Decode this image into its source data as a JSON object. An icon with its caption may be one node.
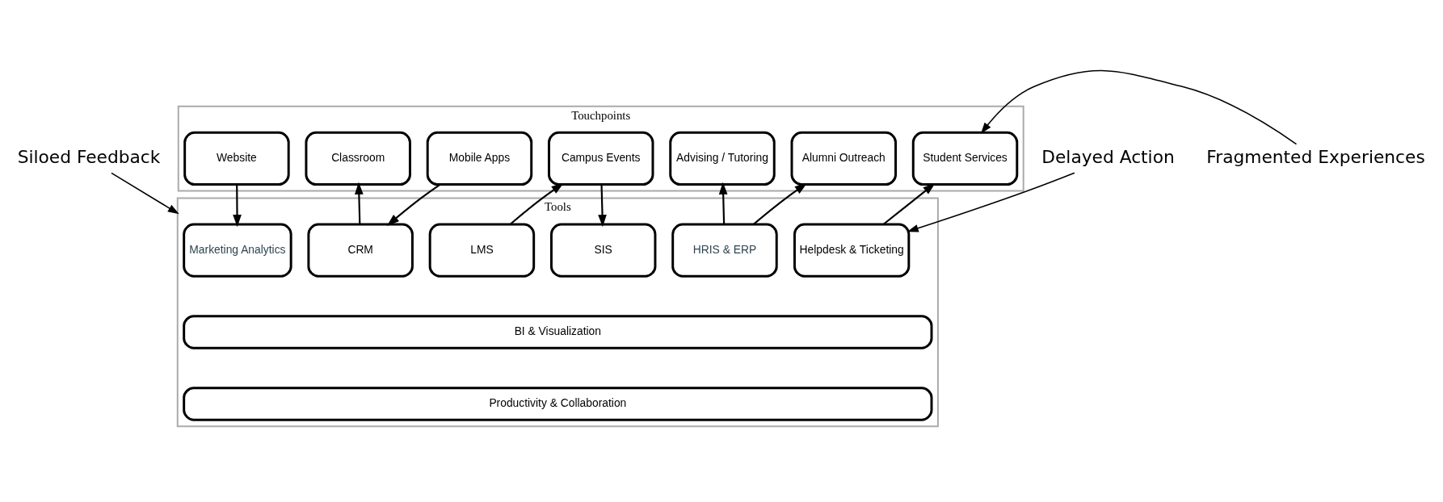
{
  "diagram": {
    "nodes": [
      {
        "text": [
          "Siloed Feedback"
        ]
      },
      {
        "text": [
          "Fragmented Experiences"
        ]
      },
      {
        "text": [
          "Touchpoints"
        ]
      },
      {
        "text": [
          "Website"
        ],
        "in": 2
      },
      {
        "text": [
          "Classroom"
        ],
        "in": 2
      },
      {
        "text": [
          "Mobile Apps"
        ],
        "in": 2
      },
      {
        "text": [
          "Campus Events"
        ],
        "in": 2
      },
      {
        "text": [
          "Advising / Tutoring"
        ],
        "in": 2
      },
      {
        "text": [
          "Alumni Outreach"
        ],
        "in": 2
      },
      {
        "text": [
          "Student Services"
        ],
        "in": 2
      },
      {
        "text": [
          "Tools"
        ]
      },
      {
        "text": [
          "Marketing Analytics"
        ],
        "in": 10
      },
      {
        "text": [
          "CRM"
        ],
        "in": 10
      },
      {
        "text": [
          "LMS"
        ],
        "in": 10
      },
      {
        "text": [
          "SIS"
        ],
        "in": 10
      },
      {
        "text": [
          "HRIS & ERP"
        ],
        "in": 10
      },
      {
        "text": [
          "Helpdesk & Ticketing"
        ],
        "in": 10
      },
      {
        "text": [
          "BI & Visualization"
        ],
        "in": 10
      },
      {
        "text": [
          "Productivity & Collaboration"
        ],
        "in": 10
      },
      {
        "text": [
          "Delayed Action"
        ]
      }
    ],
    "edges": [
      {
        "from": 3,
        "to": 11,
        "arrow": "to"
      },
      {
        "from": 12,
        "to": 4,
        "arrow": "to"
      },
      {
        "from": 5,
        "to": 12,
        "arrow": "to"
      },
      {
        "from": 13,
        "to": 6,
        "arrow": "to"
      },
      {
        "from": 6,
        "to": 14,
        "arrow": "to"
      },
      {
        "from": 15,
        "to": 7,
        "arrow": "to"
      },
      {
        "from": 15,
        "to": 8,
        "arrow": "to"
      },
      {
        "from": 16,
        "to": 9,
        "arrow": "to"
      },
      {
        "from": 0,
        "to": 10,
        "arrow": "to"
      },
      {
        "from": 1,
        "to": 9,
        "arrow": "to"
      },
      {
        "from": 19,
        "to": 16,
        "arrow": "to"
      }
    ]
  }
}
